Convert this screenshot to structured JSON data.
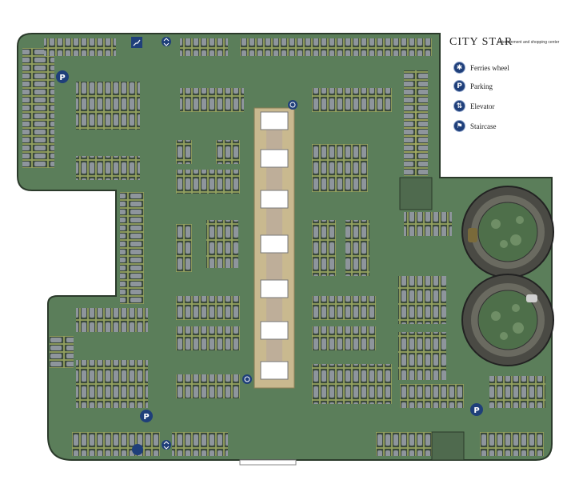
{
  "header": {
    "title": "CITY STAR",
    "subtitle": "entertainment and shopping center"
  },
  "legend": {
    "items": [
      {
        "icon": "ferris-wheel-icon",
        "glyph": "✱",
        "label": "Ferries wheel"
      },
      {
        "icon": "parking-icon",
        "glyph": "P",
        "label": "Parking"
      },
      {
        "icon": "elevator-icon",
        "glyph": "⇅",
        "label": "Elevator"
      },
      {
        "icon": "staircase-icon",
        "glyph": "⚑",
        "label": "Staircase"
      }
    ]
  },
  "map": {
    "parking_markers": [
      "P",
      "P",
      "P"
    ],
    "colors": {
      "floor": "#5b7e5a",
      "wall": "#2b3a2b",
      "stall": "#3a4a3a",
      "car": "#9aa0a6",
      "stall_line": "#c9c76a",
      "atrium": "#c9b98f",
      "shop": "#ffffff",
      "icon": "#1f3f7a",
      "ramp": "#5a5a52",
      "trees": "#4e6f4a"
    }
  }
}
